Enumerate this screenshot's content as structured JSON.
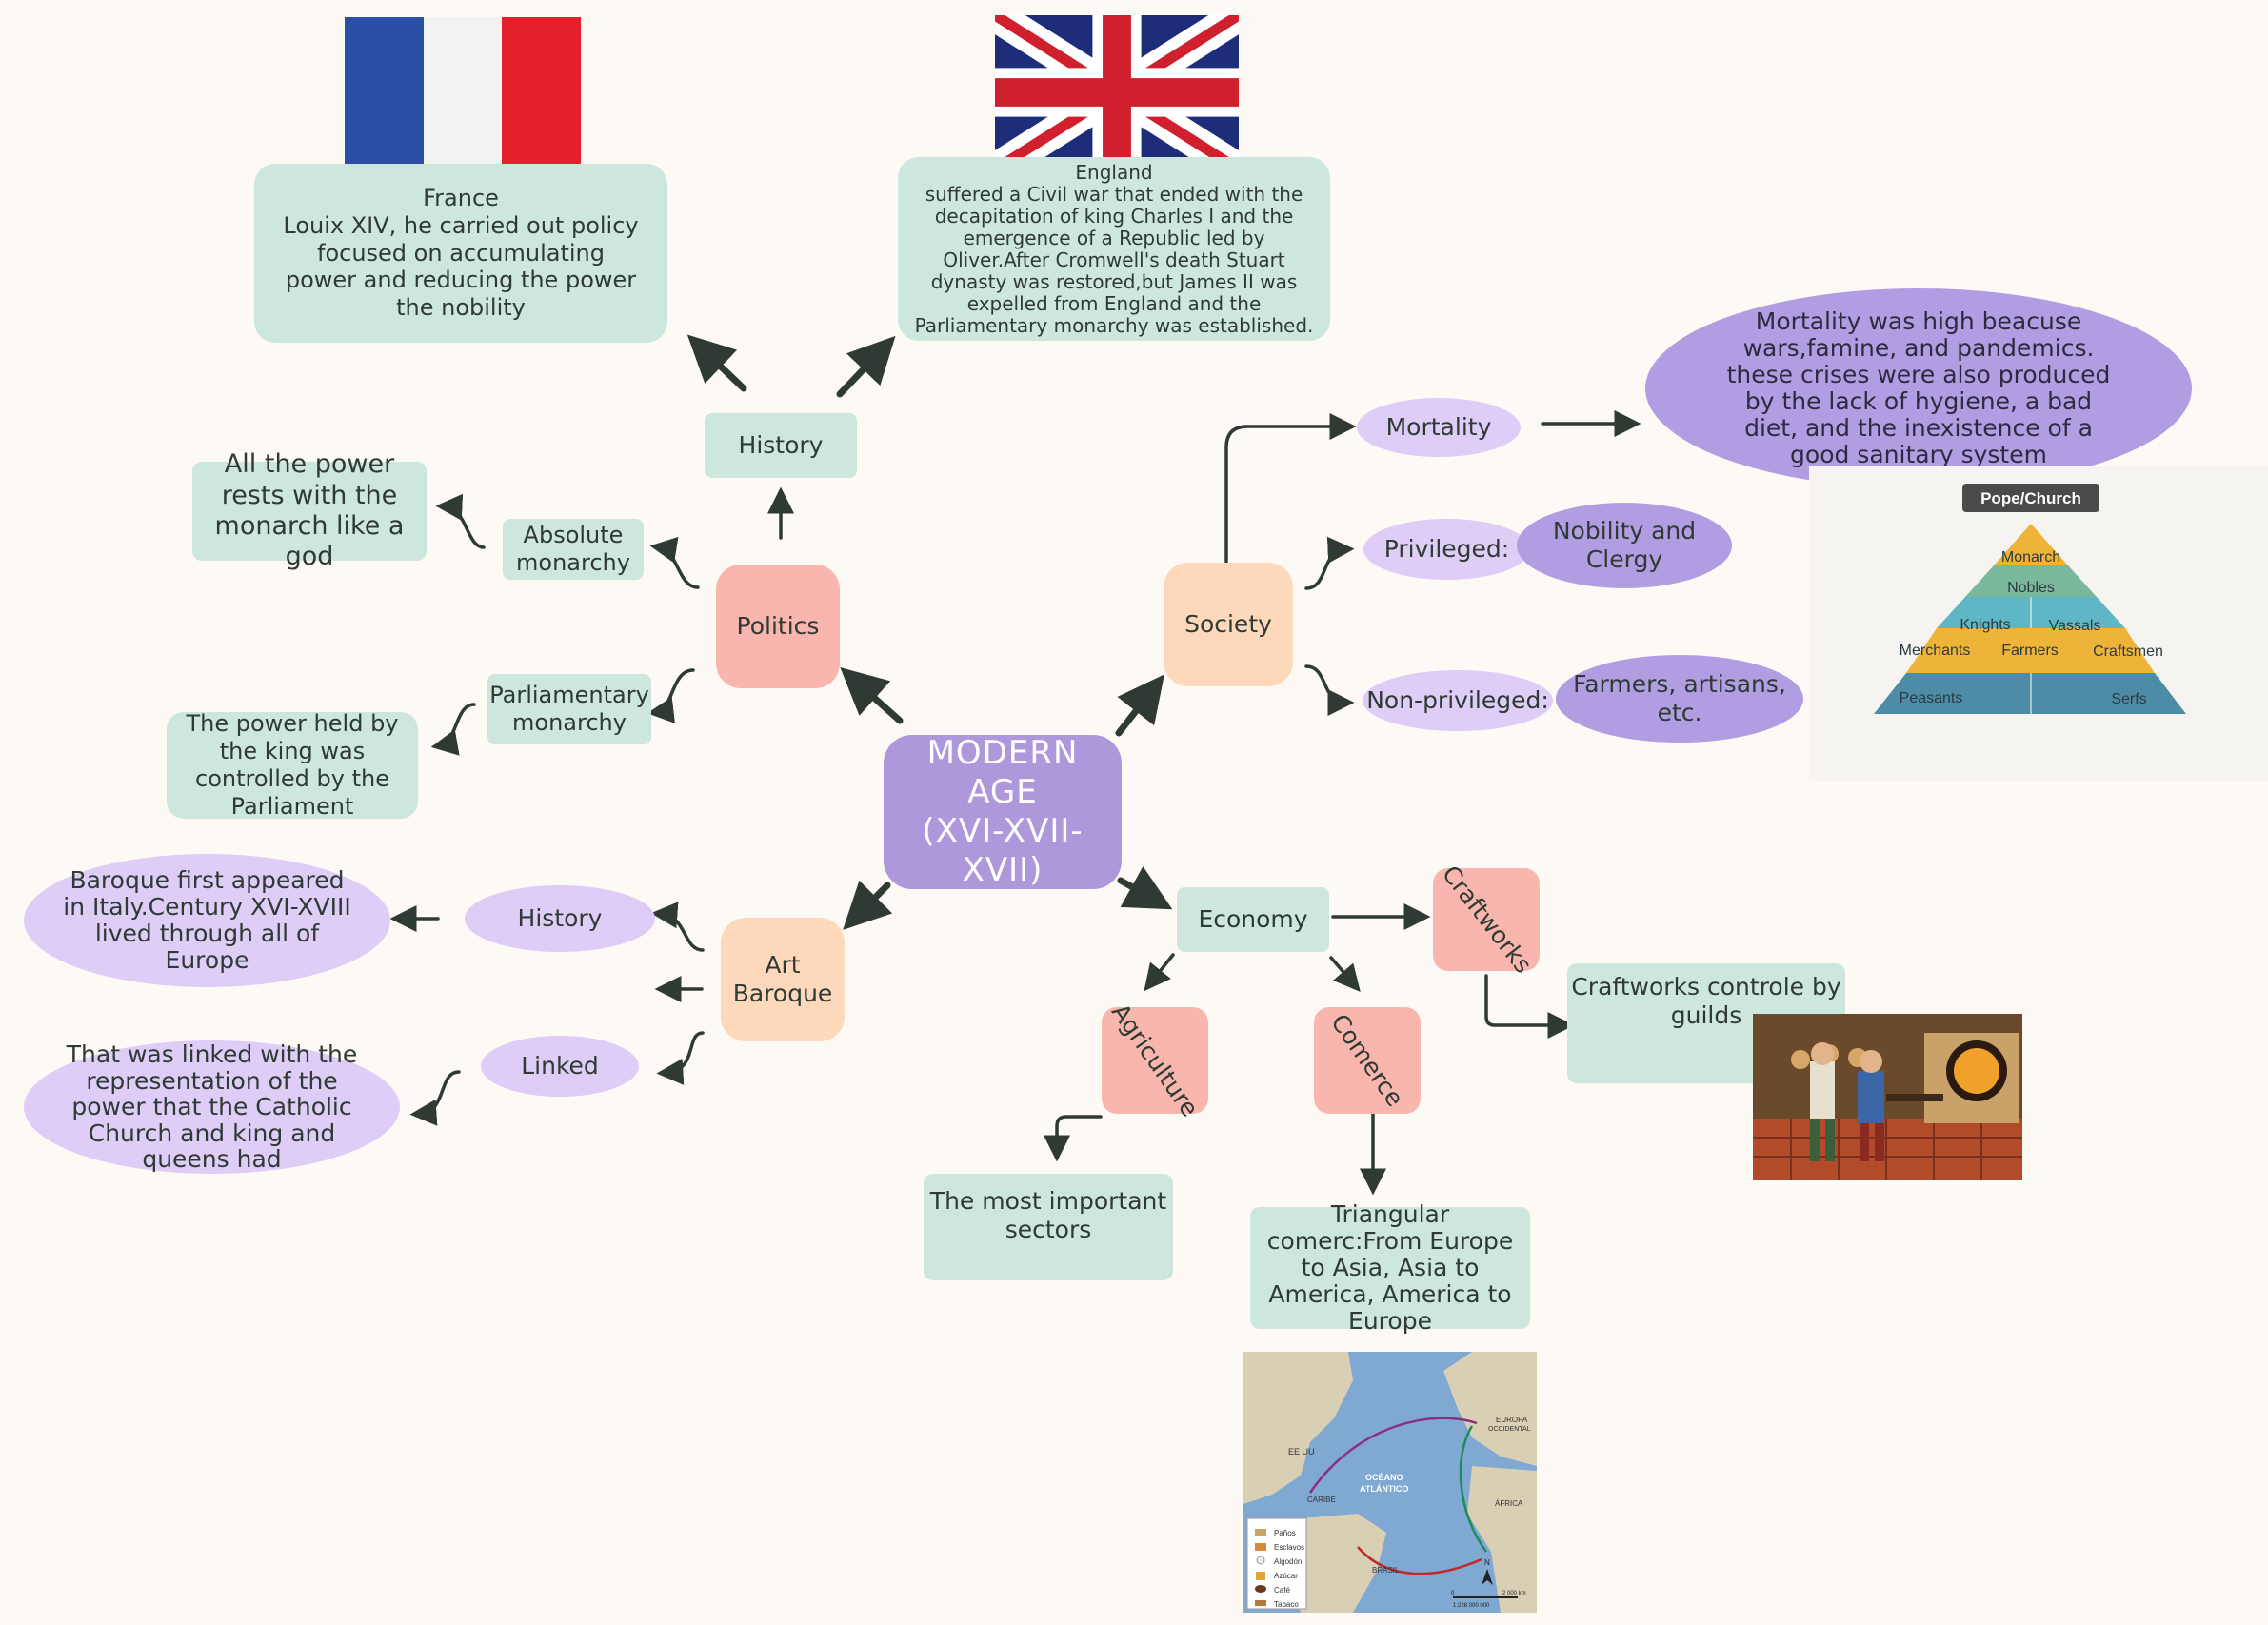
{
  "central": {
    "line1": "MODERN",
    "line2": "AGE",
    "line3": "(XVI-XVII-XVII)"
  },
  "branches": {
    "politics": "Politics",
    "society": "Society",
    "art_line1": "Art",
    "art_line2": "Baroque",
    "economy": "Economy"
  },
  "politics": {
    "history": "History",
    "absolute": "Absolute monarchy",
    "absolute_desc": "All the power  rests with the monarch like a god",
    "parliamentary": "Parliamentary monarchy",
    "parliamentary_desc": "The power held by the king was controlled by the Parliament",
    "france_title": "France",
    "france_text": "Louix XIV, he carried out policy focused on accumulating power and reducing the power the nobility",
    "england_title": "England",
    "england_text": "suffered a Civil war that ended with the decapitation of king Charles I and the emergence of a Republic led by Oliver.After Cromwell's death Stuart dynasty was restored,but James II was expelled from England and the Parliamentary monarchy was established."
  },
  "society": {
    "mortality": "Mortality",
    "mortality_desc": "Mortality was high beacuse wars,famine, and pandemics. these crises were also produced by the lack of hygiene, a bad diet, and the inexistence of a good sanitary system",
    "privileged": "Privileged:",
    "privileged_desc": "Nobility and Clergy",
    "non_privileged": "Non-privileged:",
    "non_privileged_desc": "Farmers, artisans, etc.",
    "pyramid": {
      "header": "Pope/Church",
      "monarch": "Monarch",
      "nobles": "Nobles",
      "knights": "Knights",
      "vassals": "Vassals",
      "merchants": "Merchants",
      "farmers": "Farmers",
      "craftsmen": "Craftsmen",
      "peasants": "Peasants",
      "serfs": "Serfs"
    }
  },
  "art": {
    "history": "History",
    "history_desc": "Baroque first appeared in Italy.Century XVI-XVIII lived through all of Europe",
    "linked": "Linked",
    "linked_desc": "That was linked with the representation of the power that the Catholic Church and king and queens had"
  },
  "economy": {
    "craftworks": "Craftworks",
    "craftworks_desc": "Craftworks controle by guilds",
    "agriculture": "Agriculture",
    "agriculture_desc": "The most important sectors",
    "comerce": "Comerce",
    "comerce_desc": "Triangular comerc:From Europe to Asia, Asia to America, America to Europe"
  },
  "map": {
    "eeuu": "EE UU",
    "caribe": "CARIBE",
    "oceano1": "OCÉANO",
    "oceano2": "ATLÁNTICO",
    "europa1": "EUROPA",
    "europa2": "OCCIDENTAL",
    "africa": "ÁFRICA",
    "brasil": "BRASIL",
    "north": "N",
    "scale_start": "0",
    "scale_end": "2 000 km",
    "scale_ratio": "1:228 000 000",
    "legend": [
      "Paños",
      "Esclavos",
      "Algodón",
      "Azúcar",
      "Café",
      "Tabaco"
    ]
  },
  "colors": {
    "mint": "#cde7df",
    "pink": "#f9b6ae",
    "peach": "#fdd8bb",
    "lavender": "#ddcdf7",
    "purple": "#b19de1",
    "central": "#ad98dc",
    "arrow": "#2e3a33"
  }
}
